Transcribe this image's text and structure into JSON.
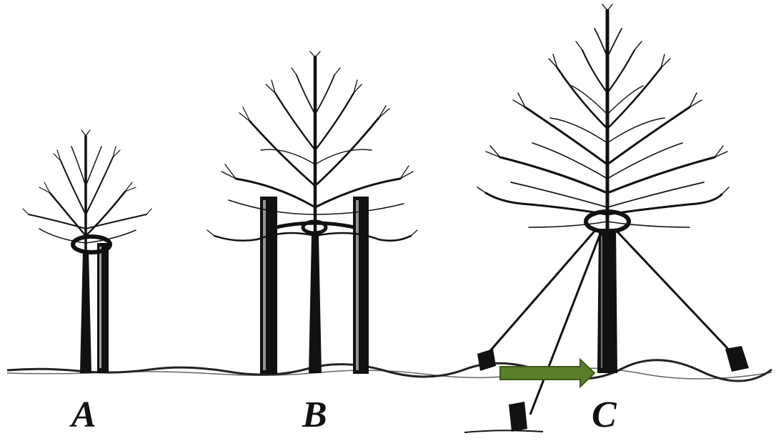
{
  "diagram": {
    "labels": [
      "A",
      "B",
      "C"
    ],
    "colors": {
      "ink": "#111111",
      "arrow": "#5a7f2a",
      "arrow_outline": "#3c5a1b",
      "ground": "#222222"
    },
    "arrow_direction": "right"
  }
}
